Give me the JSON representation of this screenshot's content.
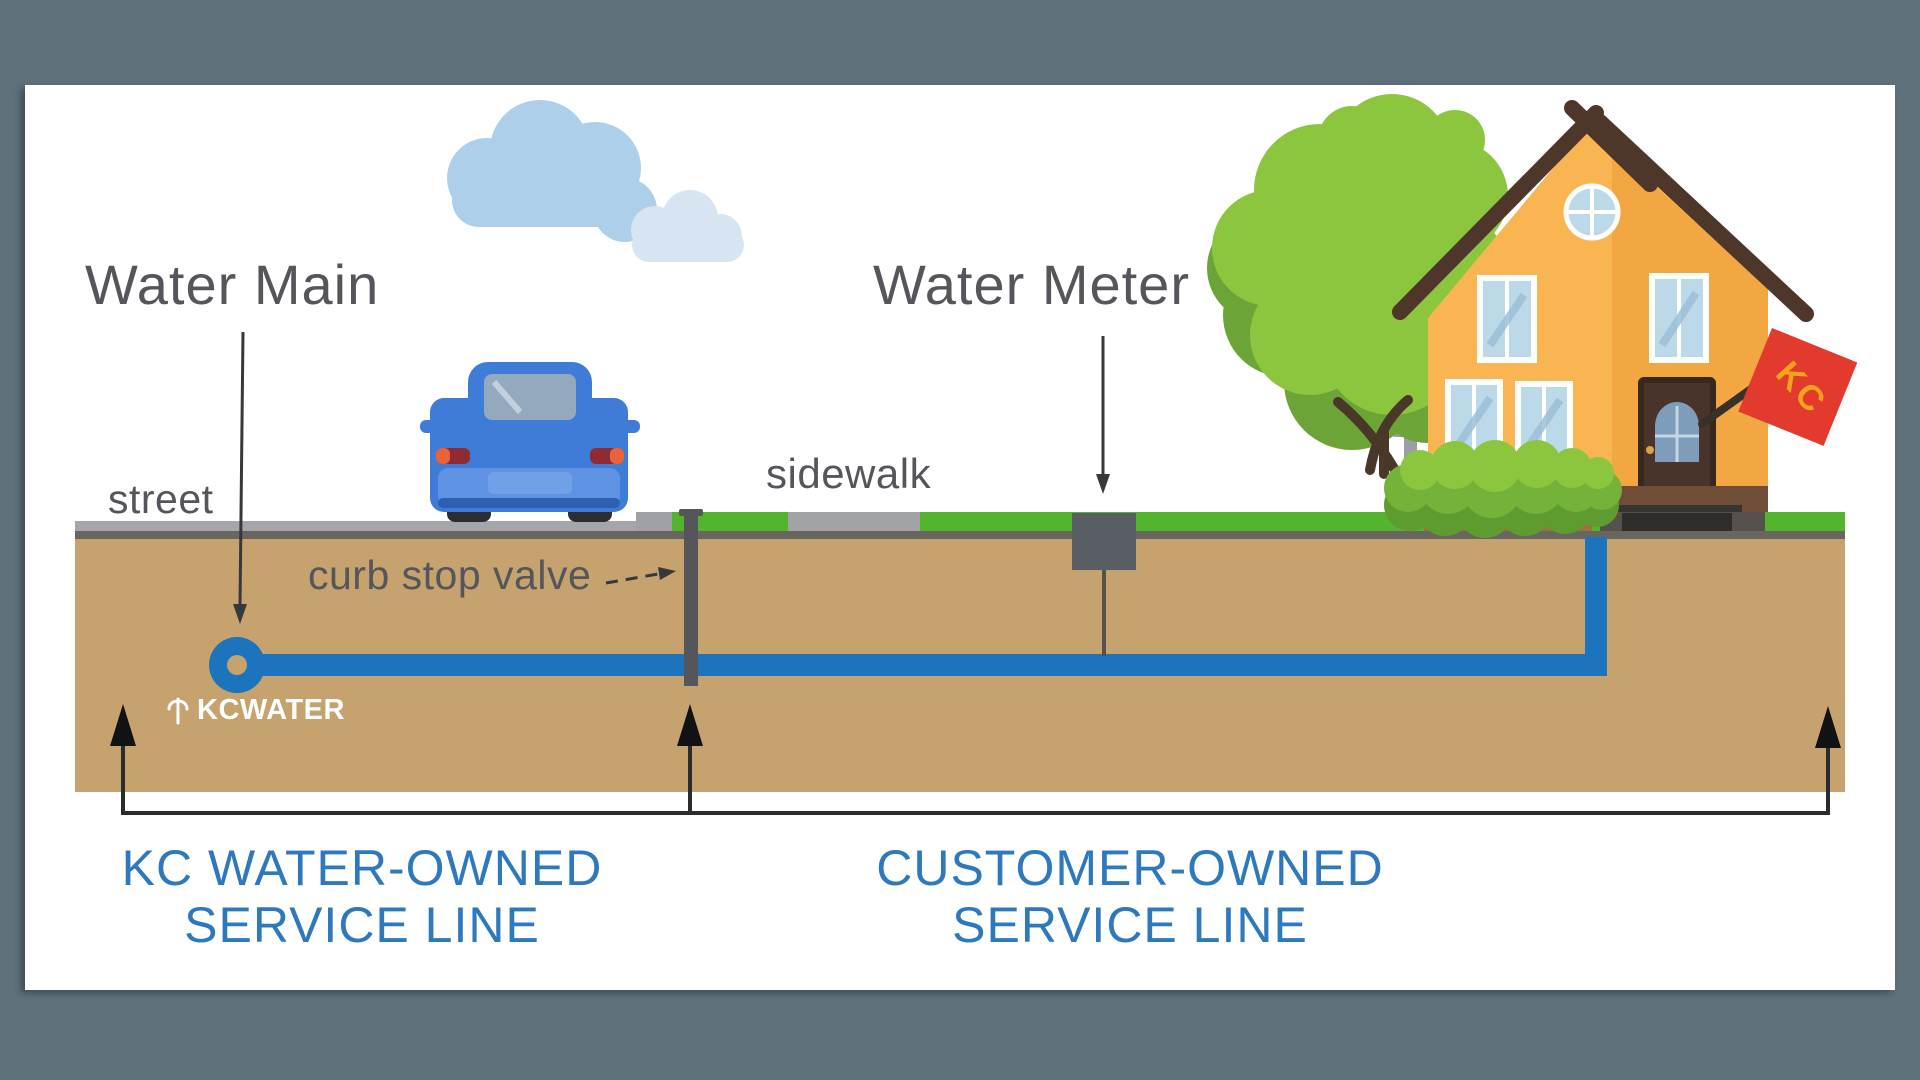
{
  "labels": {
    "water_main": "Water Main",
    "water_meter": "Water Meter",
    "street": "street",
    "sidewalk": "sidewalk",
    "curb_stop_valve": "curb stop valve"
  },
  "captions": {
    "kc_owned": {
      "line1": "KC WATER-OWNED",
      "line2": "SERVICE LINE"
    },
    "customer_owned": {
      "line1": "CUSTOMER-OWNED",
      "line2": "SERVICE LINE"
    }
  },
  "branding": {
    "logo_text": "KCWATER",
    "flag_text": "KC"
  },
  "colors": {
    "background_slate": "#5F717B",
    "card_white": "#FFFFFF",
    "pipe_blue": "#1B74BC",
    "soil_tan": "#C6A26F",
    "grass_green": "#53B42E",
    "street_gray": "#A5A6AB",
    "valve_gray": "#55565A",
    "meter_gray": "#585E63",
    "house_orange": "#F8B551",
    "roof_brown": "#4F362B",
    "tree_green": "#8CC63E",
    "flag_red": "#E23A2C",
    "flag_letters": "#F2A21C",
    "caption_blue": "#2E79BE",
    "label_gray": "#55565B",
    "car_blue": "#3E7CD8"
  }
}
